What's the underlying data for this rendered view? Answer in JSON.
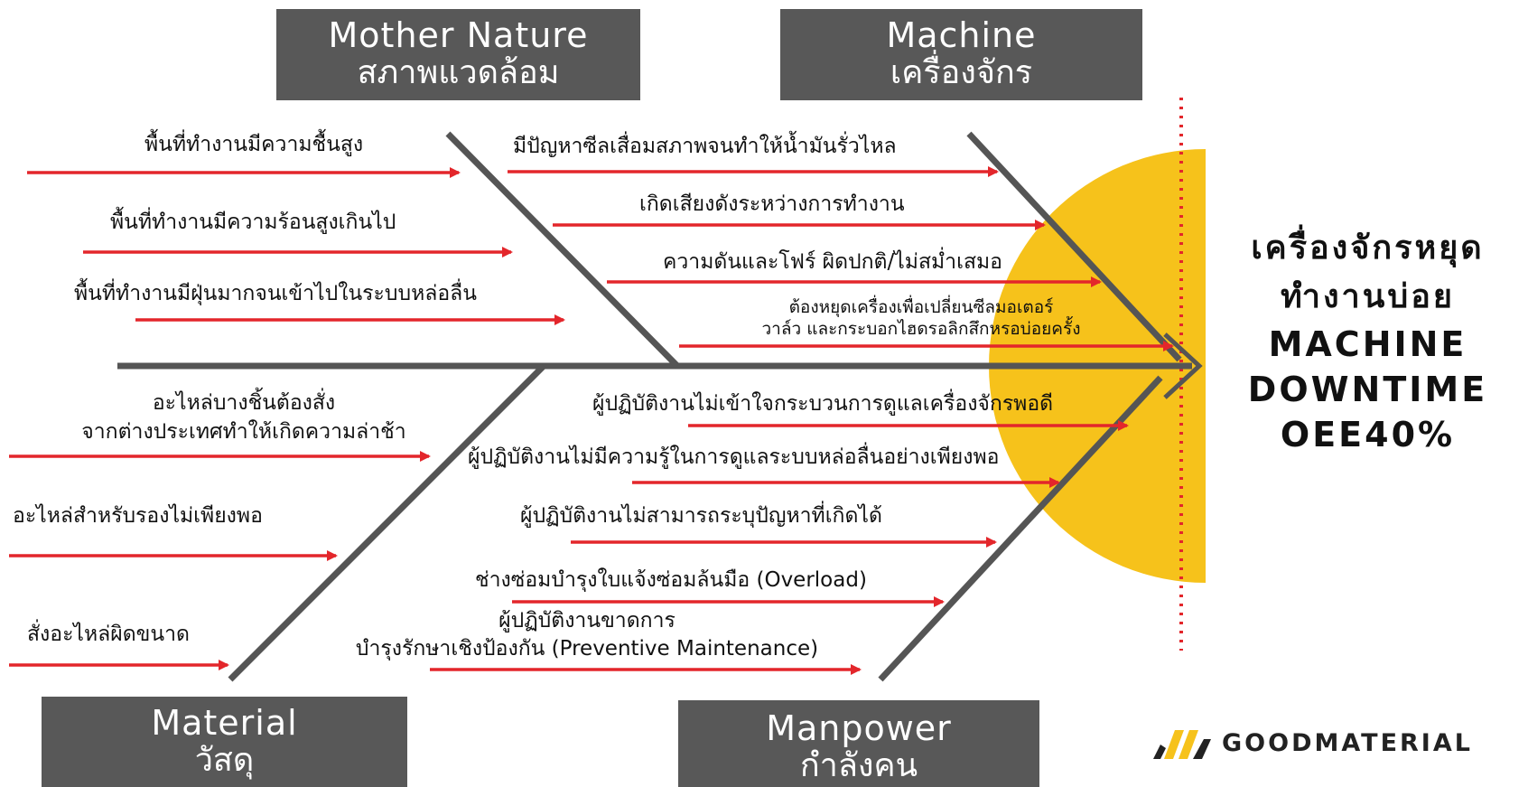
{
  "categories": {
    "mother_nature": {
      "en": "Mother Nature",
      "th": "สภาพแวดล้อม"
    },
    "machine": {
      "en": "Machine",
      "th": "เครื่องจักร"
    },
    "material": {
      "en": "Material",
      "th": "วัสดุ"
    },
    "manpower": {
      "en": "Manpower",
      "th": "กำลังคน"
    }
  },
  "causes": {
    "mother_nature": [
      "พื้นที่ทำงานมีความชื้นสูง",
      "พื้นที่ทำงานมีความร้อนสูงเกินไป",
      "พื้นที่ทำงานมีฝุ่นมากจนเข้าไปในระบบหล่อลื่น"
    ],
    "machine": [
      "มีปัญหาซีลเสื่อมสภาพจนทำให้น้ำมันรั่วไหล",
      "เกิดเสียงดังระหว่างการทำงาน",
      "ความดันและโฟร์ ผิดปกติ/ไม่สม่ำเสมอ",
      "ต้องหยุดเครื่องเพื่อเปลี่ยนซีลมอเตอร์",
      "วาล์ว และกระบอกไฮดรอลิกสึกหรอบ่อยครั้ง"
    ],
    "material": [
      "อะไหล่บางชิ้นต้องสั่ง",
      "จากต่างประเทศทำให้เกิดความล่าช้า",
      "อะไหล่สำหรับรองไม่เพียงพอ",
      "สั่งอะไหล่ผิดขนาด"
    ],
    "manpower": [
      "ผู้ปฏิบัติงานไม่เข้าใจกระบวนการดูแลเครื่องจักรพอดี",
      "ผู้ปฏิบัติงานไม่มีความรู้ในการดูแลระบบหล่อลื่นอย่างเพียงพอ",
      "ผู้ปฏิบัติงานไม่สามารถระบุปัญหาที่เกิดได้",
      "ช่างซ่อมบำรุงใบแจ้งซ่อมล้นมือ (Overload)",
      "ผู้ปฏิบัติงานขาดการ",
      "บำรุงรักษาเชิงป้องกัน (Preventive Maintenance)"
    ]
  },
  "head": {
    "th_line1": "เครื่องจักรหยุด",
    "th_line2": "ทำงานบ่อย",
    "en_line1": "MACHINE",
    "en_line2": "DOWNTIME",
    "en_line3": "OEE40%"
  },
  "logo": {
    "text": "GOODMATERIAL"
  },
  "colors": {
    "arrow": "#e3262b",
    "bone": "#555555",
    "box": "#585858",
    "head": "#f6c21b",
    "divider": "#e3262b"
  }
}
